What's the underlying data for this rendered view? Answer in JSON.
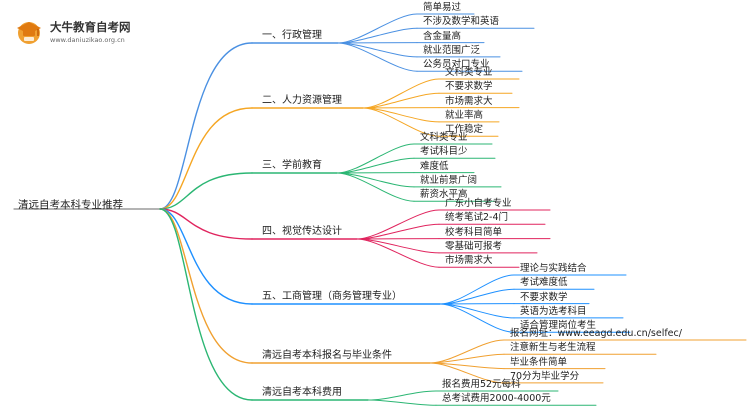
{
  "logo": {
    "title": "大牛教育自考网",
    "url": "www.daniuzikao.org.cn"
  },
  "root": "清远自考本科专业推荐",
  "branches": [
    {
      "label": "一、行政管理",
      "color": "#4a90e2",
      "leaves": [
        "简单易过",
        "不涉及数学和英语",
        "含金量高",
        "就业范围广泛",
        "公务员对口专业"
      ]
    },
    {
      "label": "二、人力资源管理",
      "color": "#f5a623",
      "leaves": [
        "文科类专业",
        "不要求数学",
        "市场需求大",
        "就业率高",
        "工作稳定"
      ]
    },
    {
      "label": "三、学前教育",
      "color": "#2bb673",
      "leaves": [
        "文科类专业",
        "考试科目少",
        "难度低",
        "就业前景广阔",
        "薪资水平高"
      ]
    },
    {
      "label": "四、视觉传达设计",
      "color": "#e0245e",
      "leaves": [
        "广东小自考专业",
        "统考笔试2-4门",
        "校考科目简单",
        "零基础可报考",
        "市场需求大"
      ]
    },
    {
      "label": "五、工商管理（商务管理专业）",
      "color": "#1e90ff",
      "leaves": [
        "理论与实践结合",
        "考试难度低",
        "不要求数学",
        "英语为选考科目",
        "适合管理岗位考生"
      ]
    },
    {
      "label": "清远自考本科报名与毕业条件",
      "color": "#f0a030",
      "leaves": [
        "报名网址：www.eeagd.edu.cn/selfec/",
        "注意新生与老生流程",
        "毕业条件简单",
        "70分为毕业学分"
      ]
    },
    {
      "label": "清远自考本科费用",
      "color": "#2bb673",
      "leaves": [
        "报名费用52元每科",
        "总考试费用2000-4000元"
      ]
    }
  ]
}
